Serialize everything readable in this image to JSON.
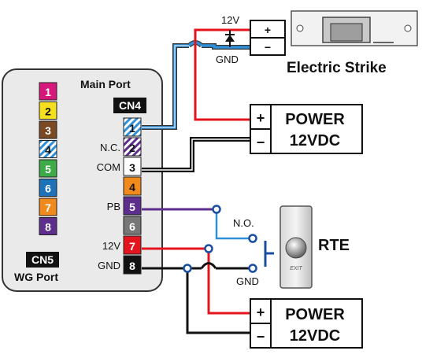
{
  "controller": {
    "main_port_label": "Main Port",
    "cn4_label": "CN4",
    "cn5_label": "CN5",
    "wg_port_label": "WG Port"
  },
  "wg_pins": [
    {
      "num": "1",
      "color": "#d6187a",
      "text_color": "#ffffff"
    },
    {
      "num": "2",
      "color": "#f4e01e",
      "text_color": "#111111"
    },
    {
      "num": "3",
      "color": "#7b4a22",
      "text_color": "#ffffff"
    },
    {
      "num": "4",
      "color": "striped-blue",
      "text_color": "#111111"
    },
    {
      "num": "5",
      "color": "#3cab48",
      "text_color": "#ffffff"
    },
    {
      "num": "6",
      "color": "#1e73b8",
      "text_color": "#ffffff"
    },
    {
      "num": "7",
      "color": "#f08a1c",
      "text_color": "#ffffff"
    },
    {
      "num": "8",
      "color": "#5d2e8c",
      "text_color": "#ffffff"
    }
  ],
  "main_pins": [
    {
      "num": "1",
      "color": "striped-blue",
      "text_color": "#111111",
      "label": ""
    },
    {
      "num": "2",
      "color": "striped-purple",
      "text_color": "#111111",
      "label": "N.C."
    },
    {
      "num": "3",
      "color": "#ffffff",
      "text_color": "#111111",
      "label": "COM"
    },
    {
      "num": "4",
      "color": "#f08a1c",
      "text_color": "#111111",
      "label": ""
    },
    {
      "num": "5",
      "color": "#5d2e8c",
      "text_color": "#ffffff",
      "label": "PB"
    },
    {
      "num": "6",
      "color": "#777777",
      "text_color": "#ffffff",
      "label": ""
    },
    {
      "num": "7",
      "color": "#e4141e",
      "text_color": "#ffffff",
      "label": "12V"
    },
    {
      "num": "8",
      "color": "#111111",
      "text_color": "#ffffff",
      "label": "GND"
    }
  ],
  "strike": {
    "v12_label": "12V",
    "gnd_label": "GND",
    "plus": "+",
    "minus": "−",
    "title": "Electric Strike"
  },
  "power_top": {
    "plus": "+",
    "minus": "−",
    "line1": "POWER",
    "line2": "12VDC"
  },
  "power_bottom": {
    "plus": "+",
    "minus": "−",
    "line1": "POWER",
    "line2": "12VDC"
  },
  "rte": {
    "no_label": "N.O.",
    "gnd_label": "GND",
    "title": "RTE",
    "exit_label": "EXIT"
  },
  "wire_colors": {
    "blue": "#2f8fd8",
    "red": "#e4141e",
    "black": "#111111",
    "purple": "#5d2e8c",
    "node": "#1a4fa0"
  }
}
